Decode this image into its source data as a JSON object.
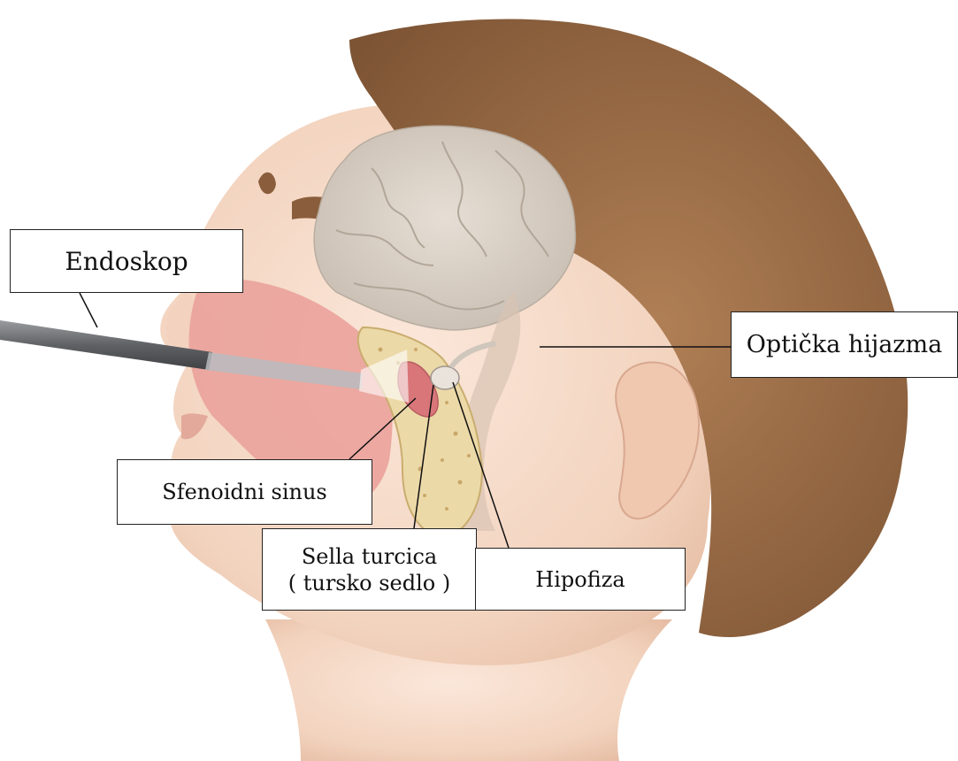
{
  "labels": {
    "endoskop": "Endoskop",
    "opticka_hijazma": "Optička hijazma",
    "sfenoidni_sinus": "Sfenoidni sinus",
    "sella_turcica_line1": "Sella turcica",
    "sella_turcica_line2": "( tursko sedlo )",
    "hipofiza": "Hipofiza"
  },
  "colors": {
    "skin": "#f2d5c2",
    "hair": "#9a6b45",
    "brain": "#d9d0c6",
    "nasal_cavity": "#e8a09a",
    "bone": "#ecd9a8",
    "sinus": "#d8767a",
    "endoscope": "#6d6f72"
  }
}
